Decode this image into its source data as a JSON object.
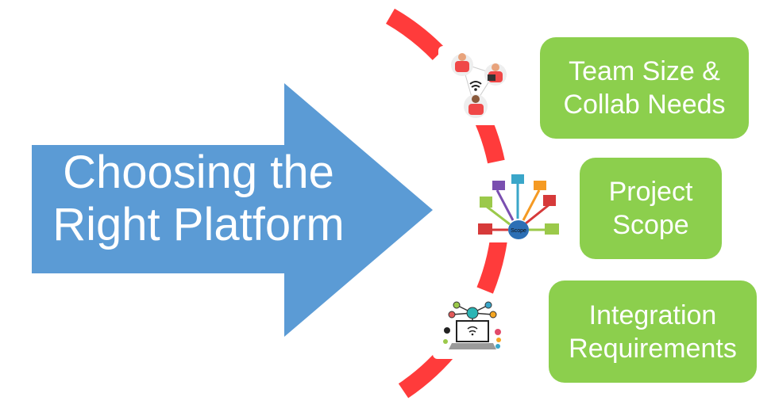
{
  "title": {
    "line1": "Choosing the",
    "line2": "Right Platform"
  },
  "colors": {
    "arrow": "#5b9bd5",
    "arc": "#ff3b3b",
    "box": "#8ccf4d",
    "text": "#ffffff"
  },
  "factors": [
    {
      "line1": "Team Size &",
      "line2": "Collab Needs",
      "icon": "team-collaboration-icon"
    },
    {
      "line1": "Project",
      "line2": "Scope",
      "icon": "scope-diagram-icon"
    },
    {
      "line1": "Integration",
      "line2": "Requirements",
      "icon": "laptop-network-icon"
    }
  ],
  "scope_diagram": {
    "center_label": "Scope"
  }
}
